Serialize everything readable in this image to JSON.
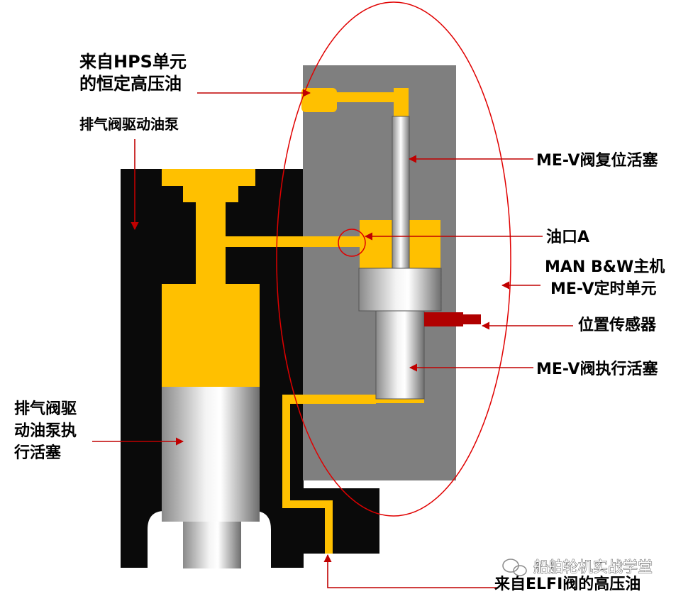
{
  "labels": {
    "hps_line1": "来自HPS单元",
    "hps_line2": "的恒定高压油",
    "pump": "排气阀驱动油泵",
    "reset_piston": "ME-V阀复位活塞",
    "port_a": "油口A",
    "unit_line1": "MAN B&W主机",
    "unit_line2": "ME-V定时单元",
    "sensor": "位置传感器",
    "actuator_piston": "ME-V阀执行活塞",
    "pump_piston_line1": "排气阀驱",
    "pump_piston_line2": "动油泵执",
    "pump_piston_line3": "行活塞",
    "elfi": "来自ELFI阀的高压油"
  },
  "watermark": "船舶轮机实战学堂",
  "colors": {
    "oil": "#ffc000",
    "block": "#0a0a0a",
    "housing": "#7f7f7f",
    "arrow": "#c00000",
    "sensor": "#b00000"
  }
}
